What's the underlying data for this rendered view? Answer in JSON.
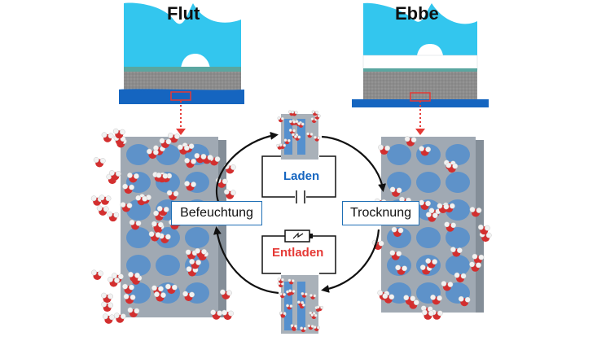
{
  "titles": {
    "left": "Flut",
    "right": "Ebbe"
  },
  "labels": {
    "charge": "Laden",
    "discharge": "Entladen",
    "wetting": "Befeuchtung",
    "drying": "Trocknung"
  },
  "colors": {
    "water": "#33c6ee",
    "substrate": "#8c8c8c",
    "base": "#1565c0",
    "arrow": "#111111",
    "dotted": "#e53935",
    "charge_label": "#1565c0",
    "discharge_label": "#e53935",
    "oxygen": "#d32f2f",
    "hydrogen": "#f2f2f2",
    "block": "#8f9aa6",
    "cell": "#3a86d6"
  },
  "icons": [
    "capacitor-icon",
    "battery-icon"
  ]
}
